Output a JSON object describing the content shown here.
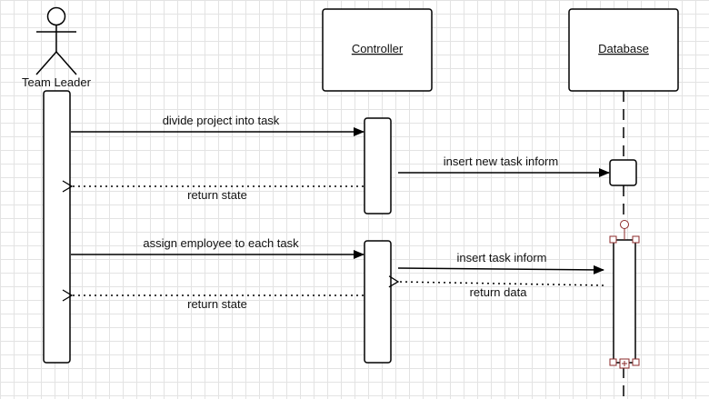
{
  "actors": {
    "team_leader": "Team Leader"
  },
  "objects": {
    "controller": "Controller",
    "database": "Database"
  },
  "messages": [
    {
      "text": "divide project into task",
      "kind": "sync"
    },
    {
      "text": "return state",
      "kind": "return"
    },
    {
      "text": "insert new task inform",
      "kind": "sync"
    },
    {
      "text": "assign employee to each task",
      "kind": "sync"
    },
    {
      "text": "return state",
      "kind": "return"
    },
    {
      "text": "insert task inform",
      "kind": "sync"
    },
    {
      "text": "return data",
      "kind": "return"
    }
  ],
  "colors": {
    "line": "#000000",
    "selection": "#8b2a2a",
    "grid": "#e3e3e3"
  }
}
